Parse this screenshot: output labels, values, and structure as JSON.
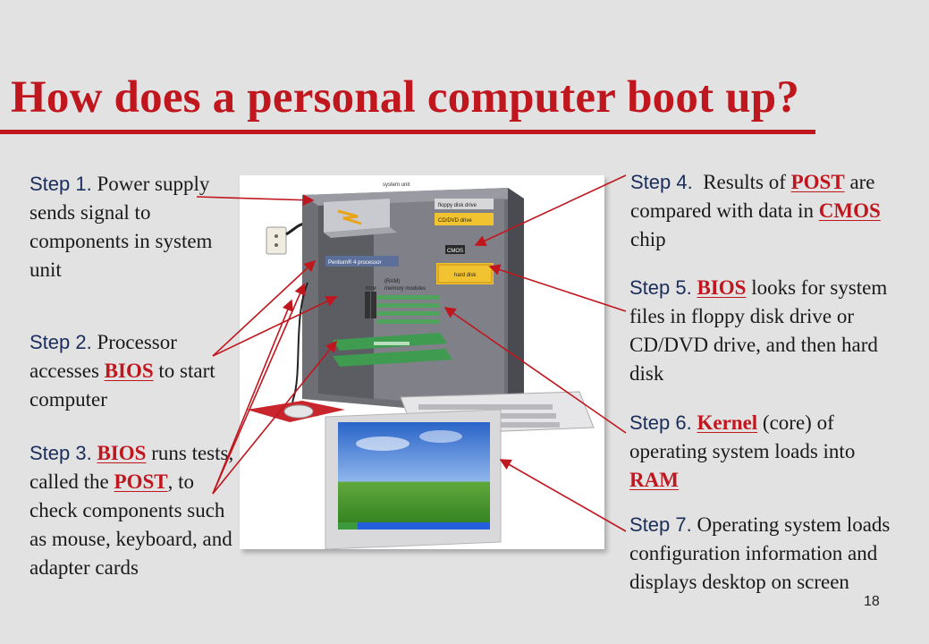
{
  "title": "How does a personal computer boot up?",
  "steps": {
    "s1": {
      "label": "Step 1.",
      "text": " Power supply sends signal to components in system unit"
    },
    "s2": {
      "label": "Step 2.",
      "t1": " Processor accesses ",
      "kw1": "BIOS",
      "t2": " to start computer"
    },
    "s3": {
      "label": "Step 3.",
      "kw1": "BIOS",
      "t1": " runs tests, called the ",
      "kw2": "POST",
      "t2": ", to check components such as mouse, keyboard, and adapter cards"
    },
    "s4": {
      "label": "Step 4.",
      "t1": "Results of ",
      "kw1": "POST",
      "t2": " are compared with data in ",
      "kw2": "CMOS",
      "t3": " chip"
    },
    "s5": {
      "label": "Step 5.",
      "kw1": "BIOS",
      "t1": " looks for system files in floppy disk drive or CD/DVD drive, and then hard disk"
    },
    "s6": {
      "label": "Step 6.",
      "kw1": "Kernel",
      "t1": " (core) of operating system loads into ",
      "kw2": "RAM"
    },
    "s7": {
      "label": "Step 7.",
      "t1": " Operating system loads configuration information and displays desktop on screen"
    }
  },
  "illustration": {
    "system_unit": "system unit",
    "floppy": "floppy disk drive",
    "cddvd": "CD/DVD drive",
    "cmos": "CMOS",
    "processor": "Pentium® 4 processor",
    "hard_disk": "hard disk",
    "ram_line1": "(RAM)",
    "ram_line2": "memory modules",
    "rom": "ROM"
  },
  "page_number": "18",
  "colors": {
    "accent": "#c0161e",
    "step_label": "#1b2d5a",
    "background": "#e2e2e2"
  }
}
